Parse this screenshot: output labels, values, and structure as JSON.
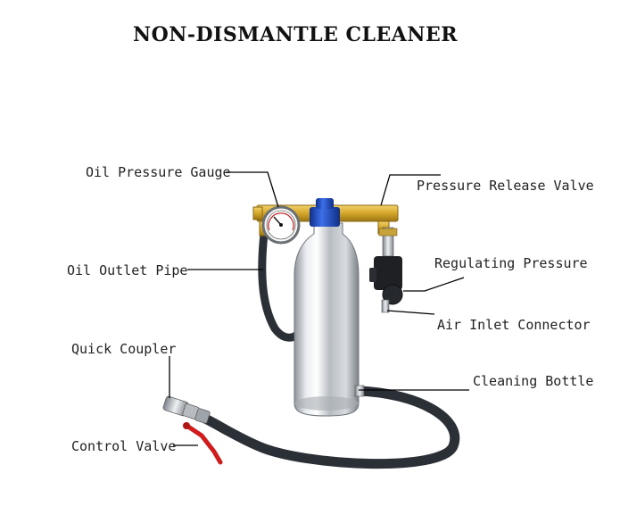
{
  "title": "NON-DISMANTLE CLEANER",
  "labels": {
    "oil_pressure_gauge": "Oil Pressure Gauge",
    "pressure_release_valve": "Pressure Release Valve",
    "oil_outlet_pipe": "Oil Outlet Pipe",
    "regulating_pressure": "Regulating Pressure",
    "air_inlet_connector": "Air Inlet Connector",
    "quick_coupler": "Quick Coupler",
    "cleaning_bottle": "Cleaning Bottle",
    "control_valve": "Control Valve"
  },
  "colors": {
    "brass": "#d4a62a",
    "cap_blue": "#1f4fc4",
    "hose": "#2b2f36",
    "steel": "#c9cdd2",
    "valve_red": "#d01c1c",
    "leader_line": "#000000"
  }
}
